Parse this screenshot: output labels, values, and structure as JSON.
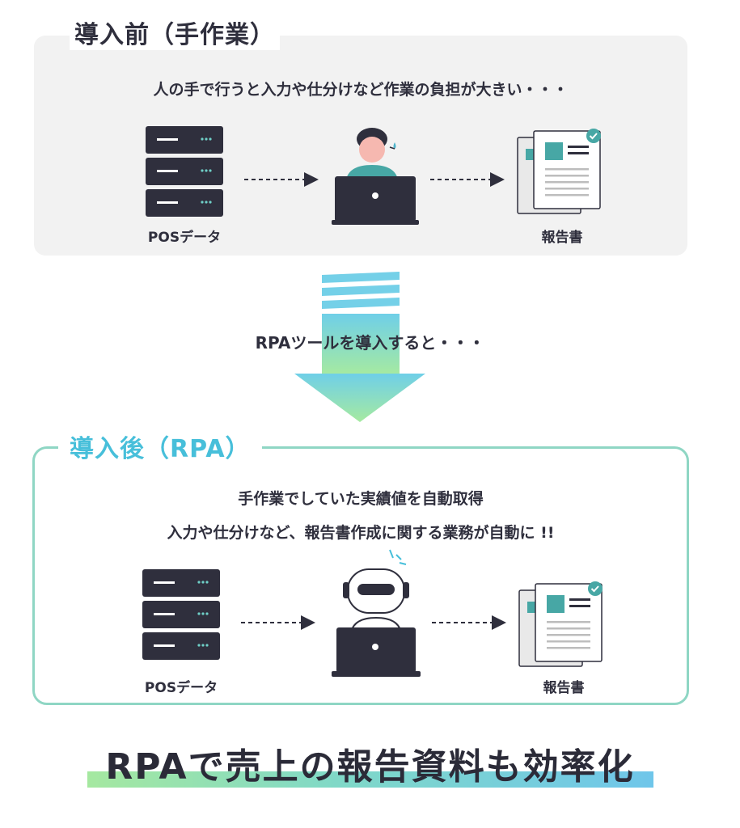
{
  "before": {
    "title": "導入前（手作業）",
    "description": "人の手で行うと入力や仕分けなど作業の負担が大きい・・・",
    "source_label": "POSデータ",
    "report_label": "報告書"
  },
  "transition": {
    "text": "RPAツールを導入すると・・・"
  },
  "after": {
    "title": "導入後（RPA）",
    "description_line1": "手作業でしていた実績値を自動取得",
    "description_line2": "入力や仕分けなど、報告書作成に関する業務が自動に !!",
    "source_label": "POSデータ",
    "report_label": "報告書"
  },
  "headline": "RPAで売上の報告資料も効率化",
  "colors": {
    "dark": "#2f2f3d",
    "teal": "#47a7a5",
    "skin": "#f6b8b0",
    "accent_blue": "#47bfda",
    "accent_green": "#a5e8a0",
    "panel_gray": "#f2f2f2"
  }
}
